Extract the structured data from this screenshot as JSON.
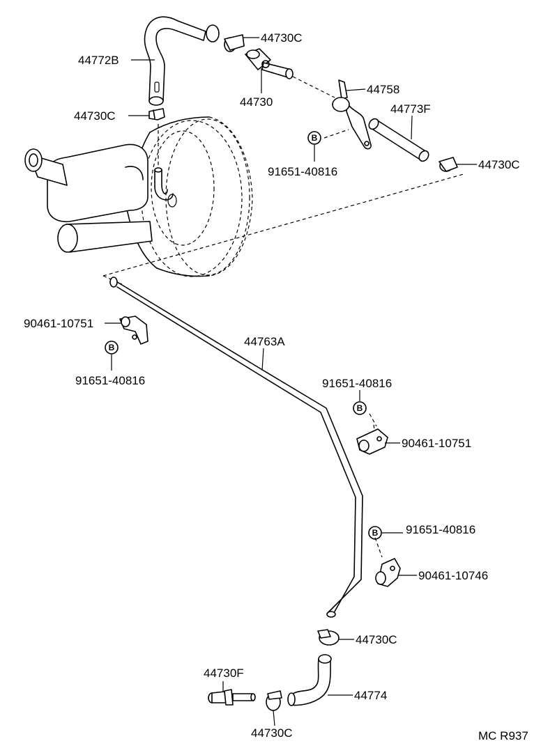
{
  "labels": {
    "hose_44772b": "44772B",
    "clamp_44730c_top": "44730C",
    "valve_44730": "44730",
    "bracket_44758": "44758",
    "hose_44773f": "44773F",
    "clamp_44730c_left": "44730C",
    "clamp_44730c_right": "44730C",
    "bolt_91651_top": "91651-40816",
    "clip_90461_10751_left": "90461-10751",
    "bolt_91651_left": "91651-40816",
    "pipe_44763a": "44763A",
    "bolt_91651_mid": "91651-40816",
    "clip_90461_10751_right": "90461-10751",
    "bolt_91651_lower": "91651-40816",
    "clip_90461_10746": "90461-10746",
    "clamp_44730c_lower": "44730C",
    "union_44730f": "44730F",
    "hose_44774": "44774",
    "clamp_44730c_bottom": "44730C"
  },
  "bolt_marker": "B",
  "figure_code": "MC R937"
}
